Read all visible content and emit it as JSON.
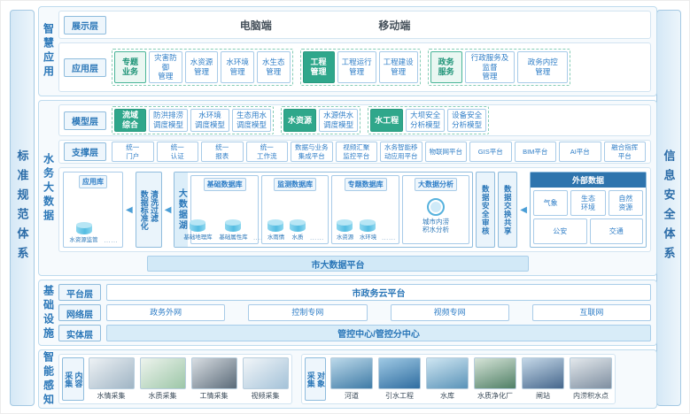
{
  "colors": {
    "accent_blue": "#2b77b8",
    "accent_green": "#2fa78b",
    "header_dark_blue": "#2e74ad"
  },
  "side_bars": {
    "left": "标准规范体系",
    "right": "信息安全体系"
  },
  "sections": {
    "smart_app": {
      "title": "智慧应用",
      "display_layer": {
        "label": "展示层",
        "pc": "电脑端",
        "mobile": "移动端"
      },
      "app_layer": {
        "label": "应用层",
        "groups": [
          {
            "header": "专题\n业务",
            "items": [
              "灾害防御\n管理",
              "水资源\n管理",
              "水环境\n管理",
              "水生态\n管理"
            ]
          },
          {
            "header": "工程\n管理",
            "items": [
              "工程运行\n管理",
              "工程建设\n管理"
            ]
          },
          {
            "header": "政务\n服务",
            "items": [
              "行政服务及监督\n管理",
              "政务内控\n管理"
            ]
          }
        ]
      }
    },
    "big_data": {
      "title": "水务大数据",
      "model_layer": {
        "label": "模型层",
        "groups": [
          {
            "header": "流域\n综合",
            "items": [
              "防洪排涝\n调度模型",
              "水环境\n调度模型",
              "生态用水\n调度模型"
            ]
          },
          {
            "header": "水资源",
            "items": [
              "水源供水\n调度模型"
            ]
          },
          {
            "header": "水工程",
            "items": [
              "大坝安全\n分析模型",
              "设备安全\n分析模型"
            ]
          }
        ]
      },
      "support_layer": {
        "label": "支撑层",
        "items": [
          "统一\n门户",
          "统一\n认证",
          "统一\n报表",
          "统一\n工作流",
          "数据与业务\n集成平台",
          "视频汇聚\n监控平台",
          "水务智能移\n动应用平台",
          "物联网平台",
          "GIS平台",
          "BIM平台",
          "AI平台",
          "融合指挥\n平台"
        ]
      },
      "data_flow": {
        "app_db": {
          "title": "应用库",
          "db_caption": "水资源监管",
          "more": "……"
        },
        "etl": "数据标准化\n清洗过滤",
        "lake": {
          "title": "大数据湖",
          "panels": [
            {
              "title": "基础数据库",
              "dbs": [
                "基础地理库",
                "基础属性库"
              ],
              "more": "……"
            },
            {
              "title": "监测数据库",
              "dbs": [
                "水雨情",
                "水质"
              ],
              "more": "……"
            },
            {
              "title": "专题数据库",
              "dbs": [
                "水资源",
                "水环境"
              ],
              "more": "……"
            },
            {
              "title": "大数据分析",
              "analysis": "城市内涝\n积水分析"
            }
          ]
        },
        "security": "数据安全审核",
        "exchange": "数据交换共享",
        "external": {
          "title": "外部数据",
          "row1": [
            "气象",
            "生态\n环境",
            "自然\n资源"
          ],
          "row2": [
            "公安",
            "交通"
          ]
        },
        "platform": "市大数据平台"
      }
    },
    "infra": {
      "title": "基础设施",
      "platform": {
        "label": "平台层",
        "value": "市政务云平台"
      },
      "network": {
        "label": "网络层",
        "items": [
          "政务外网",
          "控制专网",
          "视频专网",
          "互联网"
        ]
      },
      "entity": {
        "label": "实体层",
        "value": "管控中心/管控分中心"
      }
    },
    "sense": {
      "title": "智能感知",
      "content": {
        "label": "采集\n内容",
        "items": [
          "水情采集",
          "水质采集",
          "工情采集",
          "视频采集"
        ]
      },
      "objects": {
        "label": "采集\n对象",
        "items": [
          "河道",
          "引水工程",
          "水库",
          "水质净化厂",
          "闸站",
          "内涝积水点"
        ]
      }
    }
  }
}
